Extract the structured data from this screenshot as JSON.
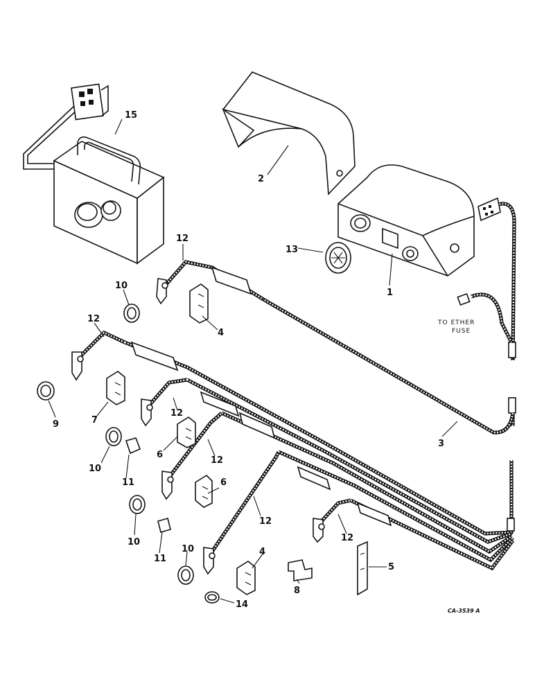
{
  "labels": {
    "l1": "1",
    "l2": "2",
    "l3": "3",
    "l4a": "4",
    "l4b": "4",
    "l5": "5",
    "l6a": "6",
    "l6b": "6",
    "l7": "7",
    "l8": "8",
    "l9": "9",
    "l10a": "10",
    "l10b": "10",
    "l10c": "10",
    "l10d": "10",
    "l11a": "11",
    "l11b": "11",
    "l12a": "12",
    "l12b": "12",
    "l12c": "12",
    "l12d": "12",
    "l12e": "12",
    "l12f": "12",
    "l13": "13",
    "l14": "14",
    "l15": "15"
  },
  "note": {
    "line1": "TO ETHER",
    "line2": "FUSE"
  },
  "code": "CA-3539 A",
  "colors": {
    "ink": "#111111",
    "paper": "#ffffff"
  }
}
